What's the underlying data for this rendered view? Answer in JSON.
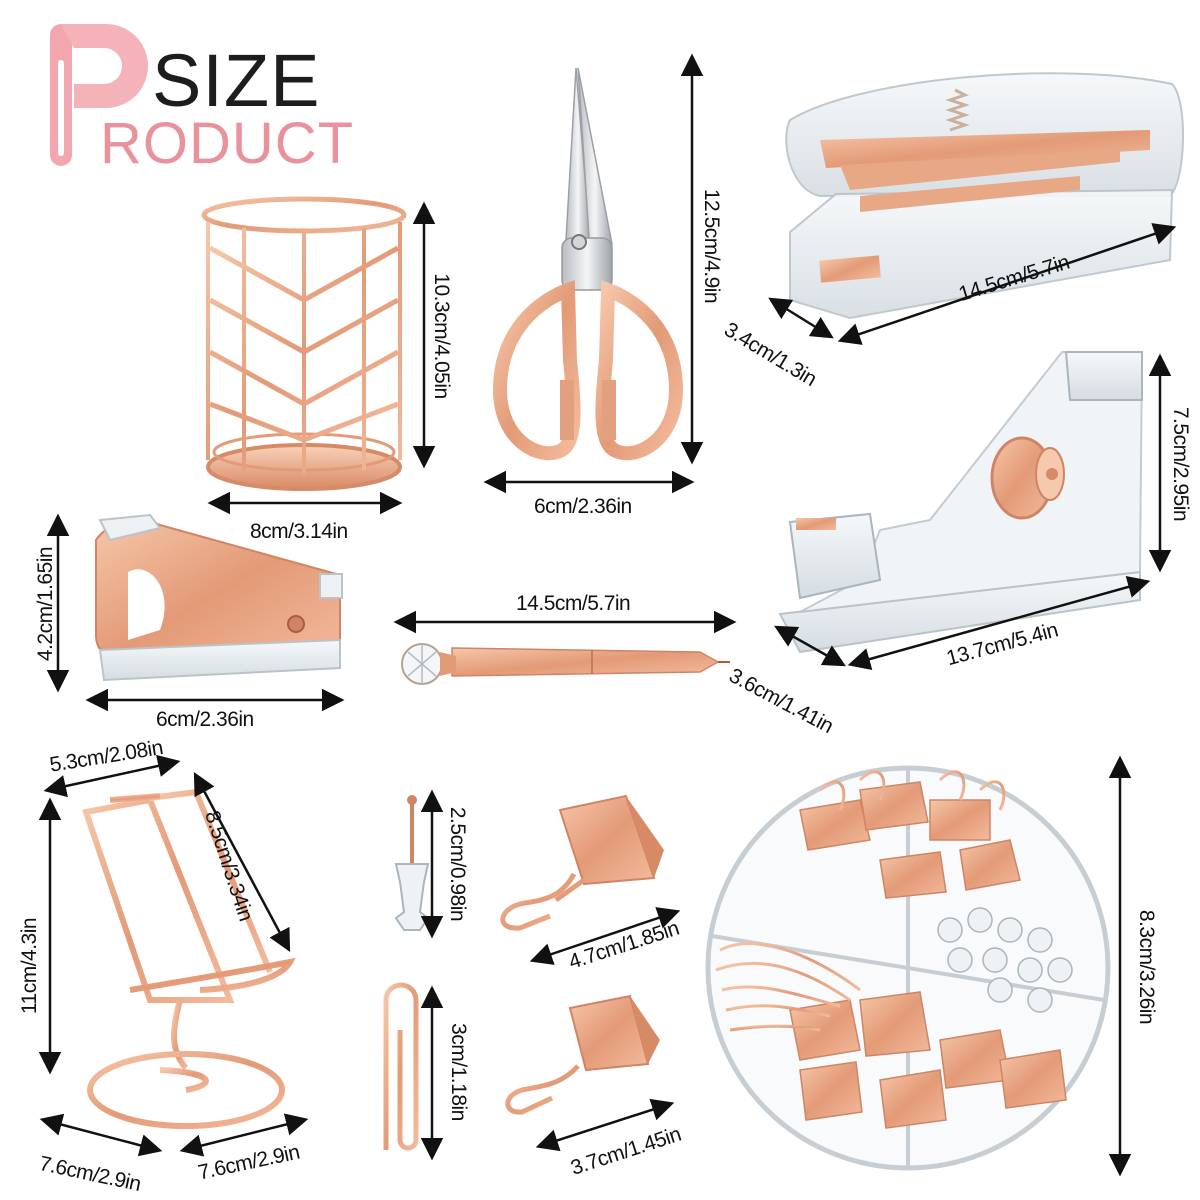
{
  "logo": {
    "letter": "P",
    "title_top": "SIZE",
    "title_bottom": "RODUCT",
    "pink": "#f2a7ae",
    "dark": "#1d1d1d"
  },
  "colors": {
    "rose_gold": "#e7a584",
    "rose_gold_dark": "#c77c5d",
    "acrylic": "#dfe6ea",
    "arrow": "#111111"
  },
  "items": {
    "pen_holder": {
      "width": "8cm/3.14in",
      "height": "10.3cm/4.05in"
    },
    "scissors": {
      "width": "6cm/2.36in",
      "height": "12.5cm/4.9in"
    },
    "stapler": {
      "length": "14.5cm/5.7in",
      "depth": "3.4cm/1.3in"
    },
    "tape_dispenser": {
      "height": "7.5cm/2.95in",
      "length": "13.7cm/5.4in",
      "depth": "3.6cm/1.41in"
    },
    "staple_remover": {
      "height": "4.2cm/1.65in",
      "width": "6cm/2.36in"
    },
    "pen": {
      "length": "14.5cm/5.7in"
    },
    "phone_stand": {
      "top_width": "5.3cm/2.08in",
      "back_height": "8.5cm/3.34in",
      "height": "11cm/4.3in",
      "base_left": "7.6cm/2.9in",
      "base_right": "7.6cm/2.9in"
    },
    "push_pin": {
      "height": "2.5cm/0.98in"
    },
    "paper_clip": {
      "height": "3cm/1.18in"
    },
    "binder_clip_large": {
      "width": "4.7cm/1.85in"
    },
    "binder_clip_small": {
      "width": "3.7cm/1.45in"
    },
    "clip_tray": {
      "diameter": "8.3cm/3.26in"
    }
  }
}
